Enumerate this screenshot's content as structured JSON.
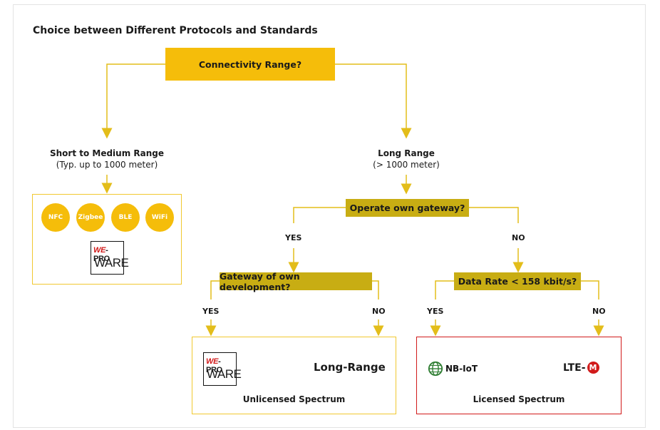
{
  "title": "Choice between Different Protocols and Standards",
  "nodes": {
    "connectivity": "Connectivity Range?",
    "short_range": {
      "title": "Short to Medium Range",
      "sub": "(Typ. up to 1000 meter)"
    },
    "long_range": {
      "title": "Long Range",
      "sub": "(> 1000 meter)"
    },
    "own_gateway": "Operate own gateway?",
    "own_dev": "Gateway of own development?",
    "data_rate": "Data Rate < 158 kbit/s?"
  },
  "answers": {
    "yes": "YES",
    "no": "NO"
  },
  "protocols": [
    "NFC",
    "Zigbee",
    "BLE",
    "WiFi"
  ],
  "logo": {
    "we": "WE",
    "pro": "-PRO",
    "ware": "WARE"
  },
  "unlicensed": {
    "product": "Long-Range",
    "caption": "Unlicensed Spectrum"
  },
  "licensed": {
    "nbiot": "NB-IoT",
    "lte": "LTE-",
    "lte_badge": "M",
    "caption": "Licensed Spectrum"
  },
  "colors": {
    "accent": "#f5bd0a",
    "olive": "#c8ad13",
    "red": "#d11a1a"
  },
  "icons": [
    "arrow-down-icon",
    "globe-icon"
  ]
}
